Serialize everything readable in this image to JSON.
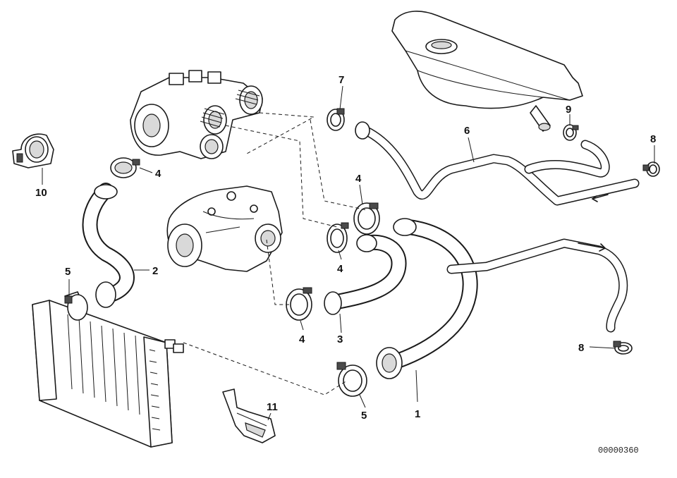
{
  "callouts": [
    "1",
    "2",
    "3",
    "4",
    "4",
    "4",
    "4",
    "5",
    "5",
    "6",
    "7",
    "8",
    "8",
    "9",
    "10",
    "11"
  ],
  "diagram_code": "00000360"
}
